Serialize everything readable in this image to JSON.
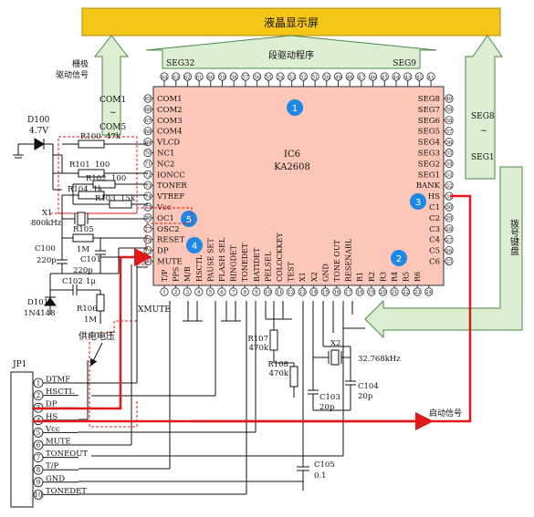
{
  "header": {
    "lcd_label": "液晶显示屏"
  },
  "segment_driver": {
    "label": "段驱动程序",
    "left": "SEG32",
    "right": "SEG9"
  },
  "grid_driver": {
    "label_line1": "栅极",
    "label_line2": "驱动信号",
    "top": "COM1",
    "mid": "~",
    "bottom": "COM5"
  },
  "right_seg": {
    "top": "SEG8",
    "mid": "~",
    "bottom": "SEG1"
  },
  "keyboard": {
    "label": "拨号键盘"
  },
  "ic": {
    "ref": "IC6",
    "part": "KA2608",
    "top_pins_left": [
      "64",
      "63",
      "62",
      "61",
      "60",
      "59",
      "58",
      "57",
      "56",
      "55",
      "54",
      "53",
      "52"
    ],
    "top_pins_right": [
      "51",
      "50",
      "49",
      "48",
      "47",
      "46",
      "45",
      "44",
      "43",
      "42",
      "41"
    ],
    "left_pins": [
      {
        "num": "65",
        "name": "COM1"
      },
      {
        "num": "66",
        "name": "COM2"
      },
      {
        "num": "67",
        "name": "COM3"
      },
      {
        "num": "68",
        "name": "COM4"
      },
      {
        "num": "69",
        "name": "VLCD"
      },
      {
        "num": "70",
        "name": "NC1"
      },
      {
        "num": "71",
        "name": "NC2"
      },
      {
        "num": "72",
        "name": "IONCC"
      },
      {
        "num": "73",
        "name": "TONER"
      },
      {
        "num": "74",
        "name": "VTREF"
      },
      {
        "num": "75",
        "name": "Vcc"
      },
      {
        "num": "76",
        "name": "OC1"
      },
      {
        "num": "77",
        "name": "OSC2"
      },
      {
        "num": "78",
        "name": "RESET"
      },
      {
        "num": "79",
        "name": "DP"
      },
      {
        "num": "80",
        "name": "MUTE"
      }
    ],
    "right_pins": [
      {
        "num": "40",
        "name": "SEG8"
      },
      {
        "num": "39",
        "name": "SEG7"
      },
      {
        "num": "38",
        "name": "SEG6"
      },
      {
        "num": "37",
        "name": "SEG5"
      },
      {
        "num": "36",
        "name": "SEG4"
      },
      {
        "num": "35",
        "name": "SEG3"
      },
      {
        "num": "34",
        "name": "SEG2"
      },
      {
        "num": "33",
        "name": "SEG1"
      },
      {
        "num": "32",
        "name": "BANK"
      },
      {
        "num": "31",
        "name": "HS"
      },
      {
        "num": "30",
        "name": "C1"
      },
      {
        "num": "29",
        "name": "C2"
      },
      {
        "num": "28",
        "name": "C3"
      },
      {
        "num": "27",
        "name": "C4"
      },
      {
        "num": "26",
        "name": "C5"
      },
      {
        "num": "25",
        "name": "C6"
      }
    ],
    "bottom_pins": [
      {
        "num": "1",
        "name": "T/P"
      },
      {
        "num": "2",
        "name": "PPS"
      },
      {
        "num": "3",
        "name": "M/B"
      },
      {
        "num": "4",
        "name": "HSCTL"
      },
      {
        "num": "5",
        "name": "PAUSE SET"
      },
      {
        "num": "6",
        "name": "FLASH SEL"
      },
      {
        "num": "7",
        "name": "RINGDET"
      },
      {
        "num": "8",
        "name": "TONEDET"
      },
      {
        "num": "9",
        "name": "BATIDET"
      },
      {
        "num": "10",
        "name": "PELSEL"
      },
      {
        "num": "11",
        "name": "COLOCKKEY"
      },
      {
        "num": "12",
        "name": "TEST"
      },
      {
        "num": "13",
        "name": "X1"
      },
      {
        "num": "14",
        "name": "X2"
      },
      {
        "num": "15",
        "name": "GND"
      },
      {
        "num": "16",
        "name": "TONE OUT"
      },
      {
        "num": "17",
        "name": "RESENABL"
      },
      {
        "num": "18",
        "name": "R1"
      },
      {
        "num": "19",
        "name": "R2"
      },
      {
        "num": "20",
        "name": "R3"
      },
      {
        "num": "21",
        "name": "R4"
      },
      {
        "num": "22",
        "name": "R5"
      },
      {
        "num": "23",
        "name": "R6"
      },
      {
        "num": "24",
        "name": ""
      }
    ]
  },
  "markers": [
    "1",
    "2",
    "3",
    "4",
    "5"
  ],
  "components": {
    "d100": {
      "ref": "D100",
      "value": "4.7V"
    },
    "r100": {
      "ref": "R100",
      "value": "47k"
    },
    "r101": {
      "ref": "R101",
      "value": "100"
    },
    "r102": {
      "ref": "R102",
      "value": "100"
    },
    "r104": {
      "ref": "R104",
      "value": "1k"
    },
    "r103": {
      "ref": "R103",
      "value": "15k"
    },
    "x1": {
      "ref": "X1",
      "value": "800kHz"
    },
    "r105": {
      "ref": "R105",
      "value": "1M"
    },
    "c100": {
      "ref": "C100",
      "value": "220p"
    },
    "c101": {
      "ref": "C101",
      "value": "220p"
    },
    "c102": {
      "ref": "C102",
      "value": "1μ"
    },
    "d101": {
      "ref": "D101",
      "value": "1N4148"
    },
    "r106": {
      "ref": "R106",
      "value": "1M"
    },
    "r107": {
      "ref": "R107",
      "value": "470k"
    },
    "r108": {
      "ref": "R108",
      "value": "470k"
    },
    "x2": {
      "ref": "X2",
      "value": "32.768kHz"
    },
    "c103": {
      "ref": "C103",
      "value": "20p"
    },
    "c104": {
      "ref": "C104",
      "value": "20p"
    },
    "c105": {
      "ref": "C105",
      "value": "0.1"
    }
  },
  "labels": {
    "xmute": "XMUTE",
    "supply": "供电电压",
    "start_signal": "启动信号"
  },
  "jp1": {
    "ref": "JP1",
    "pins": [
      {
        "num": "1",
        "name": "DTMF"
      },
      {
        "num": "2",
        "name": "HSCTL"
      },
      {
        "num": "3",
        "name": "DP"
      },
      {
        "num": "4",
        "name": "HS"
      },
      {
        "num": "5",
        "name": "Vcc"
      },
      {
        "num": "6",
        "name": "MUTE"
      },
      {
        "num": "7",
        "name": "TONEOUT"
      },
      {
        "num": "8",
        "name": "T/P"
      },
      {
        "num": "9",
        "name": "GND"
      },
      {
        "num": "10",
        "name": "TONEDET"
      }
    ]
  },
  "colors": {
    "lcd_bar": "#f5c518",
    "arrow_green": "#dcefd2",
    "arrow_edge": "#4a8a4a",
    "ic_fill": "#fcc6b8",
    "marker_blue": "#1e88e5",
    "signal_red": "#e01818",
    "wire": "#111111"
  }
}
